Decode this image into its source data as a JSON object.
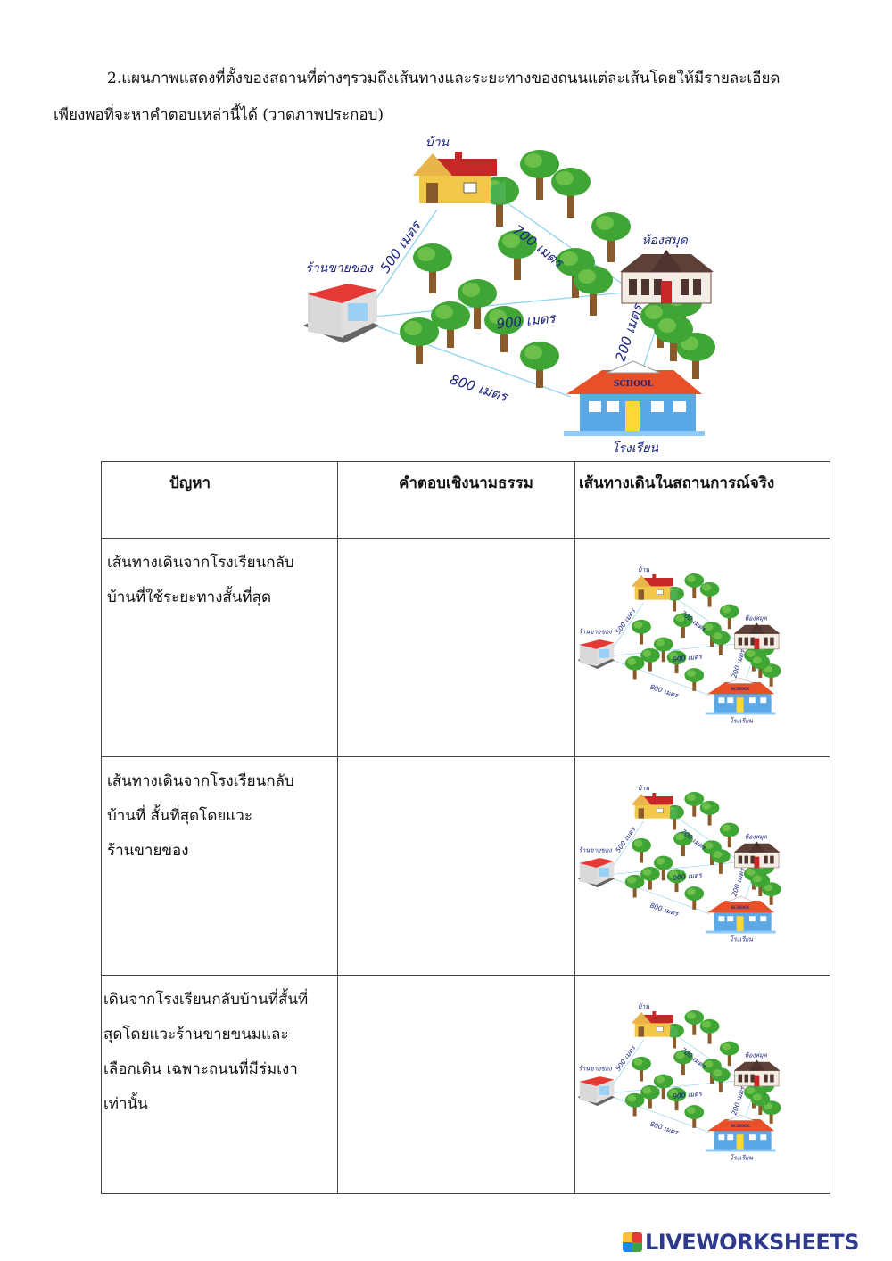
{
  "intro": {
    "line1": "2.แผนภาพแสดงที่ตั้งของสถานที่ต่างๆรวมถึงเส้นทางและระยะทางของถนนแต่ละเส้นโดยให้มีรายละเอียด",
    "line2": "เพียงพอที่จะหาคำตอบเหล่านี้ได้ (วาดภาพประกอบ)"
  },
  "map": {
    "home": "บ้าน",
    "shop": "ร้านขายของ",
    "library": "ห้องสมุด",
    "school": "โรงเรียน",
    "school_sign": "SCHOOL",
    "d_home_shop": "500 เมตร",
    "d_home_library": "700 เมตร",
    "d_shop_library": "900 เมตร",
    "d_library_school": "200 เมตร",
    "d_shop_school": "800 เมตร"
  },
  "table": {
    "headers": [
      "ปัญหา",
      "คำตอบเชิงนามธรรม",
      "เส้นทางเดินในสถานการณ์จริง"
    ],
    "rows": [
      {
        "problem": [
          "เส้นทางเดินจากโรงเรียนกลับ",
          "บ้านที่ใช้ระยะทางสั้นที่สุด"
        ],
        "answer": ""
      },
      {
        "problem": [
          "เส้นทางเดินจากโรงเรียนกลับ",
          "บ้านที่ สั้นที่สุดโดยแวะ",
          "ร้านขายของ"
        ],
        "answer": ""
      },
      {
        "problem": [
          "เดินจากโรงเรียนกลับบ้านที่สั้นที่",
          "สุดโดยแวะร้านขายขนมและ",
          "เลือกเดิน เฉพาะถนนที่มีร่มเงา",
          "เท่านั้น"
        ],
        "answer": ""
      }
    ]
  },
  "footer": {
    "logo": "LIVEWORKSHEETS"
  }
}
